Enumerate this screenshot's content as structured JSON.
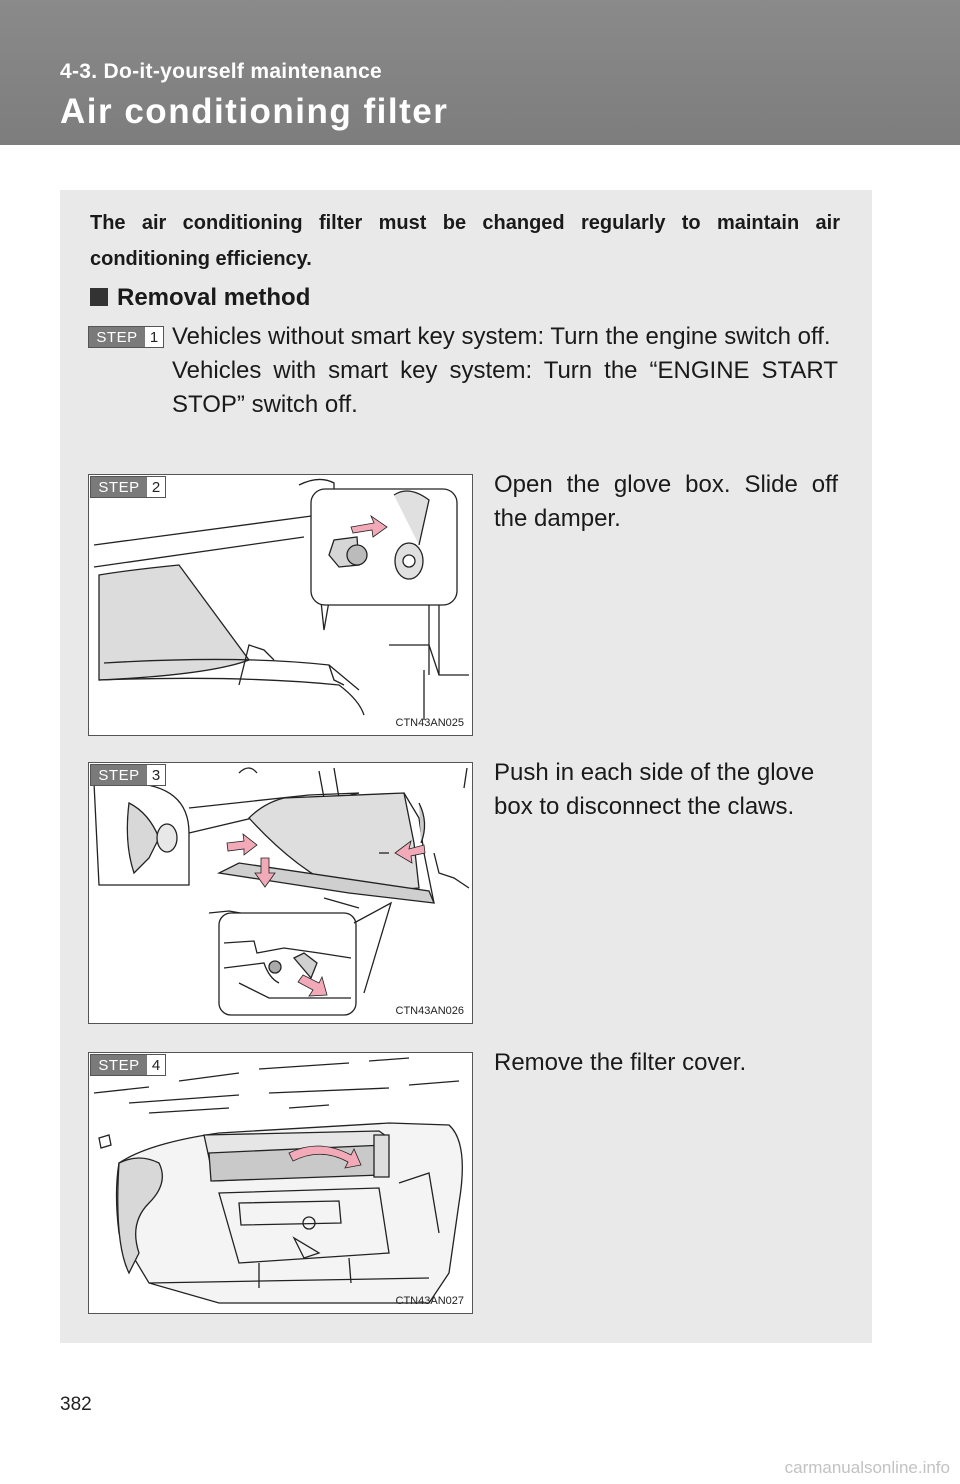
{
  "header": {
    "section_label": "4-3. Do-it-yourself maintenance",
    "page_title": "Air conditioning filter"
  },
  "intro": "The air conditioning filter must be changed regularly to maintain air conditioning efficiency.",
  "subhead": "Removal method",
  "step_word": "STEP",
  "steps": [
    {
      "number": "1",
      "lines": [
        "Vehicles without smart key system: Turn the engine switch off.",
        "Vehicles with smart key system: Turn the “ENGINE START STOP” switch off."
      ]
    },
    {
      "number": "2",
      "text": "Open the glove box. Slide off the damper.",
      "figure_code": "CTN43AN025"
    },
    {
      "number": "3",
      "text": "Push in each side of the glove box to disconnect the claws.",
      "figure_code": "CTN43AN026"
    },
    {
      "number": "4",
      "text": "Remove the filter cover.",
      "figure_code": "CTN43AN027"
    }
  ],
  "page_number": "382",
  "watermark": "carmanualsonline.info",
  "colors": {
    "header": "#7d7d7d",
    "panel": "#e9e9e9",
    "arrow": "#f2aab8"
  }
}
